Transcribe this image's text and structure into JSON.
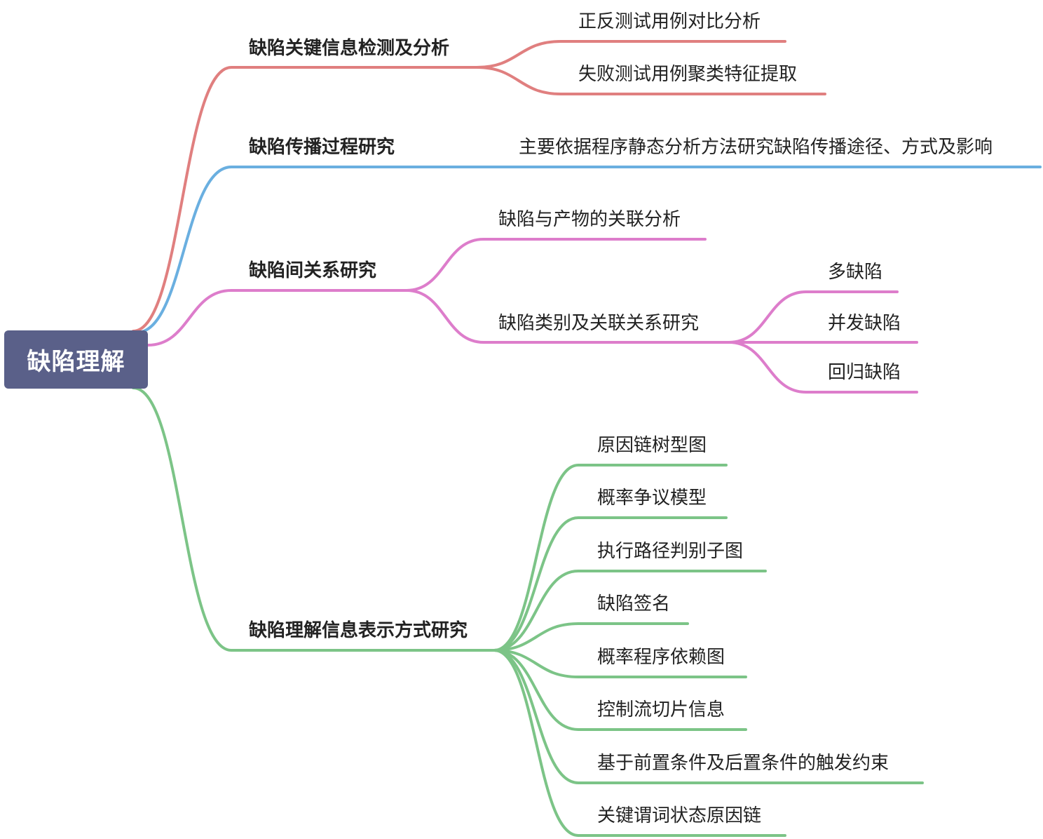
{
  "root": {
    "label": "缺陷理解"
  },
  "branches": [
    {
      "label": "缺陷关键信息检测及分析",
      "color": "#e07f7f",
      "children": [
        {
          "label": "正反测试用例对比分析"
        },
        {
          "label": "失败测试用例聚类特征提取"
        }
      ]
    },
    {
      "label": "缺陷传播过程研究",
      "color": "#6aafe0",
      "children": [
        {
          "label": "主要依据程序静态分析方法研究缺陷传播途径、方式及影响"
        }
      ]
    },
    {
      "label": "缺陷间关系研究",
      "color": "#dd7dcb",
      "children": [
        {
          "label": "缺陷与产物的关联分析"
        },
        {
          "label": "缺陷类别及关联关系研究",
          "children": [
            {
              "label": "多缺陷"
            },
            {
              "label": "并发缺陷"
            },
            {
              "label": "回归缺陷"
            }
          ]
        }
      ]
    },
    {
      "label": "缺陷理解信息表示方式研究",
      "color": "#7cc487",
      "children": [
        {
          "label": "原因链树型图"
        },
        {
          "label": "概率争议模型"
        },
        {
          "label": "执行路径判别子图"
        },
        {
          "label": "缺陷签名"
        },
        {
          "label": "概率程序依赖图"
        },
        {
          "label": "控制流切片信息"
        },
        {
          "label": "基于前置条件及后置条件的触发约束"
        },
        {
          "label": "关键谓词状态原因链"
        }
      ]
    }
  ]
}
